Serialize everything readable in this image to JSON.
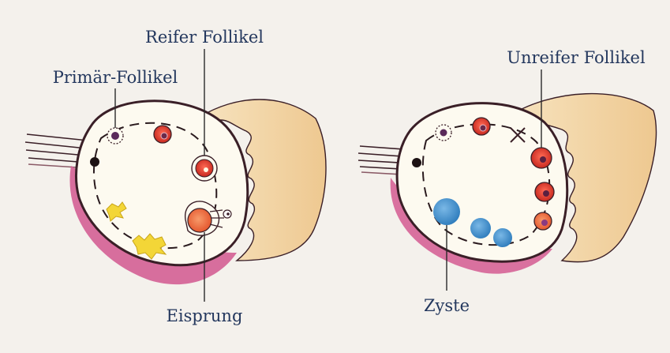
{
  "labels": {
    "primary": "Primär-Follikel",
    "mature": "Reifer Follikel",
    "ovulation": "Eisprung",
    "immature": "Unreifer Follikel",
    "cyst": "Zyste"
  },
  "colors": {
    "paper": "#f4f1ec",
    "label": "#23375d",
    "outline": "#3a1f27",
    "ovary_fill": "#fdfaf0",
    "pink_layer": "#d35b92",
    "tube_wash": "#f1d3a3",
    "follicle_red": "#d7342f",
    "follicle_orange": "#ec6a36",
    "cyst_blue": "#3d8fcb",
    "corpus_luteum": "#f3d637"
  },
  "icons": {
    "primary_follicle": "dotted-ring-icon",
    "degenerating_follicle": "cross-icon"
  }
}
